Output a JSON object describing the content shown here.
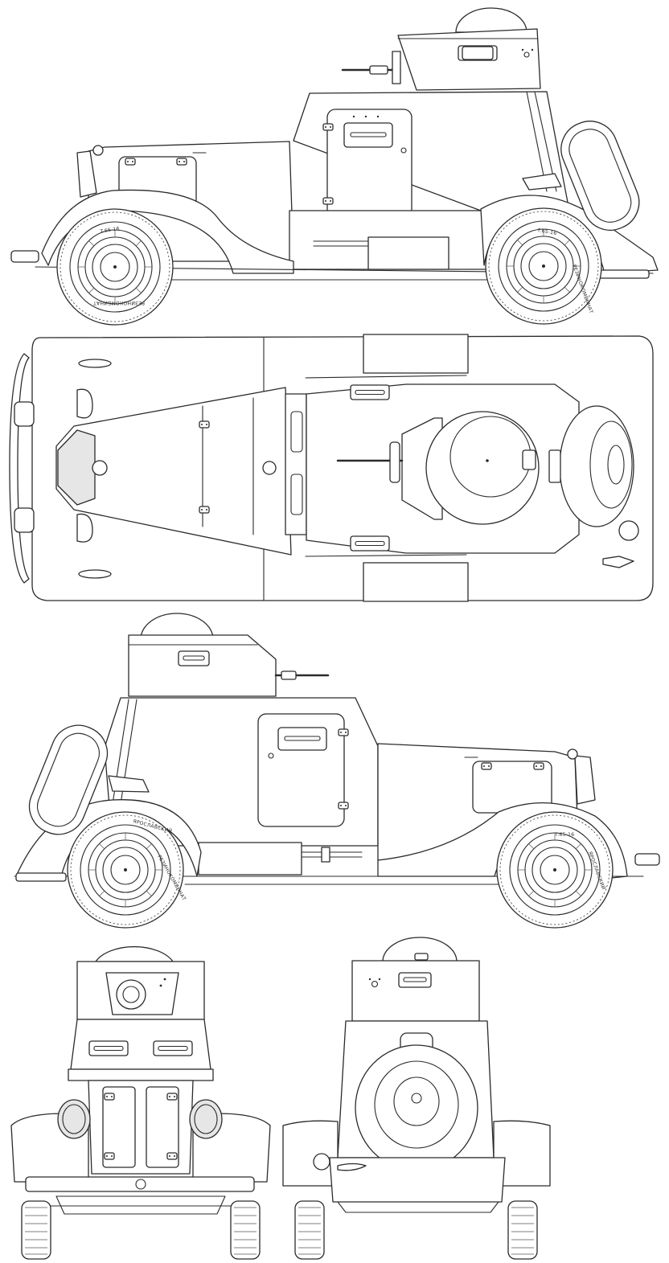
{
  "drawing": {
    "stroke_color": "#2b2b2b",
    "fill_color": "#e6e6e6",
    "background": "#ffffff"
  },
  "views": [
    {
      "id": "side-left",
      "kind": "side elevation"
    },
    {
      "id": "top",
      "kind": "plan view"
    },
    {
      "id": "side-right",
      "kind": "side elevation"
    },
    {
      "id": "front",
      "kind": "front elevation"
    },
    {
      "id": "rear",
      "kind": "rear elevation"
    }
  ],
  "tire": {
    "size_marking": "T.65-16",
    "maker_marking": "РЕЗИНОКОМБИНАТ",
    "city_marking": "ЯРОСЛАВСКИЙ"
  }
}
